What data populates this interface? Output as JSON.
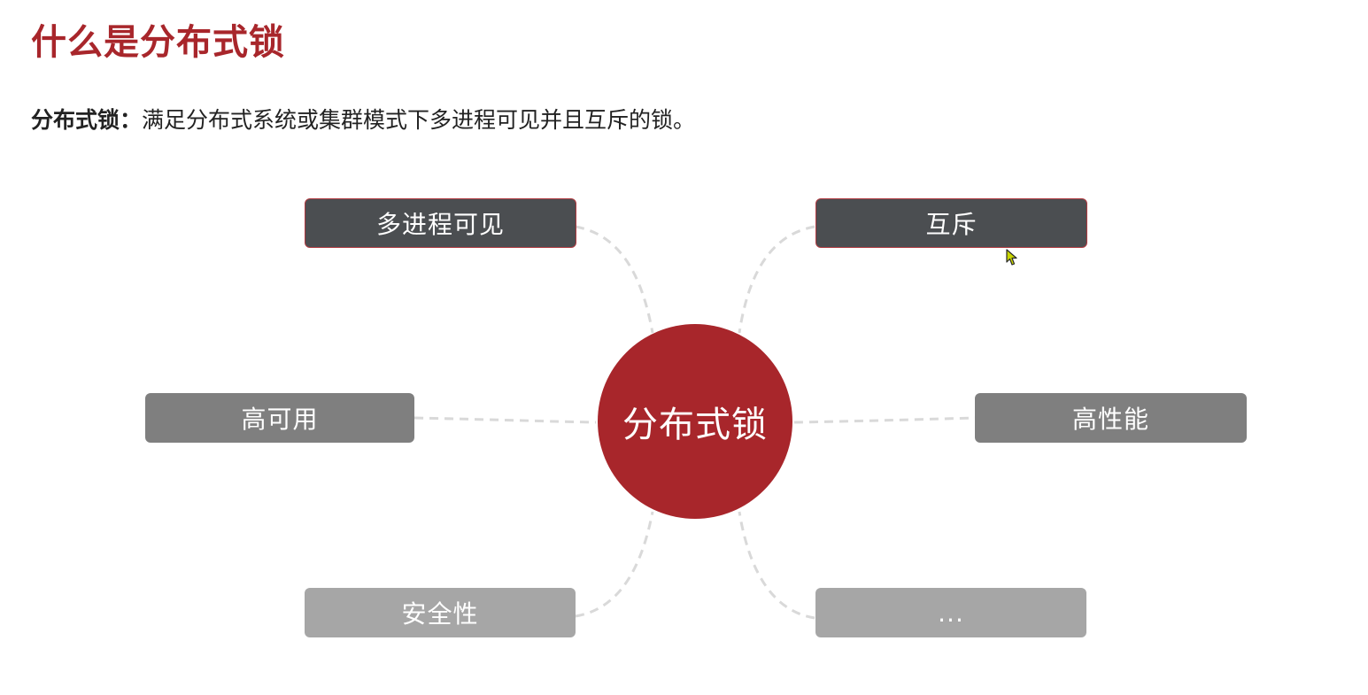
{
  "page": {
    "title": "什么是分布式锁",
    "definition_term": "分布式锁：",
    "definition_text": "满足分布式系统或集群模式下多进程可见并且互斥的锁。"
  },
  "diagram": {
    "center": "分布式锁",
    "nodes": {
      "top_left": "多进程可见",
      "top_right": "互斥",
      "mid_left": "高可用",
      "mid_right": "高性能",
      "bottom_left": "安全性",
      "bottom_right": "..."
    }
  },
  "colors": {
    "accent": "#a8262b",
    "node_dark": "#4b4e51",
    "node_mid": "#7f7f7f",
    "node_light": "#a6a6a6",
    "connector": "#d9d9d9"
  }
}
